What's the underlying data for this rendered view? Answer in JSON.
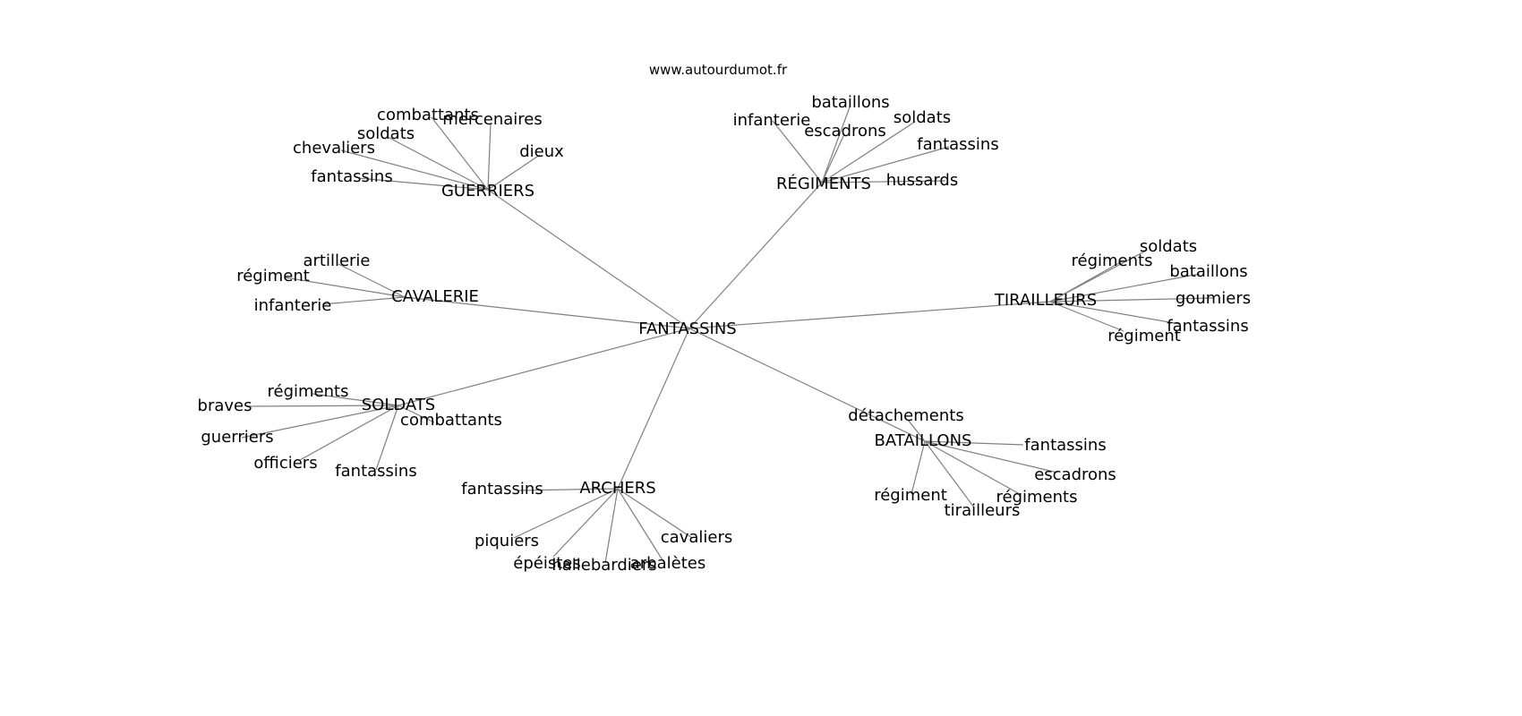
{
  "credit": "www.autourdumot.fr",
  "colors": {
    "edge": "#808080",
    "text": "#000000",
    "background": "#ffffff"
  },
  "graph": {
    "center": {
      "id": "fantassins",
      "label": "FANTASSINS"
    },
    "hubs": [
      {
        "id": "guerriers",
        "label": "GUERRIERS",
        "leaves": [
          "combattants",
          "mercenaires",
          "soldats",
          "dieux",
          "chevaliers",
          "fantassins"
        ]
      },
      {
        "id": "regiments",
        "label": "RÉGIMENTS",
        "leaves": [
          "bataillons",
          "infanterie",
          "escadrons",
          "soldats",
          "fantassins",
          "hussards"
        ]
      },
      {
        "id": "cavalerie",
        "label": "CAVALERIE",
        "leaves": [
          "artillerie",
          "régiment",
          "infanterie"
        ]
      },
      {
        "id": "tirailleurs",
        "label": "TIRAILLEURS",
        "leaves": [
          "soldats",
          "régiments",
          "bataillons",
          "goumiers",
          "fantassins",
          "régiment"
        ]
      },
      {
        "id": "soldats",
        "label": "SOLDATS",
        "leaves": [
          "régiments",
          "braves",
          "combattants",
          "guerriers",
          "officiers",
          "fantassins"
        ]
      },
      {
        "id": "bataillons",
        "label": "BATAILLONS",
        "leaves": [
          "détachements",
          "fantassins",
          "escadrons",
          "régiment",
          "régiments",
          "tirailleurs"
        ]
      },
      {
        "id": "archers",
        "label": "ARCHERS",
        "leaves": [
          "fantassins",
          "cavaliers",
          "piquiers",
          "épéistes",
          "hallebardiers",
          "arbalètes"
        ]
      }
    ]
  }
}
